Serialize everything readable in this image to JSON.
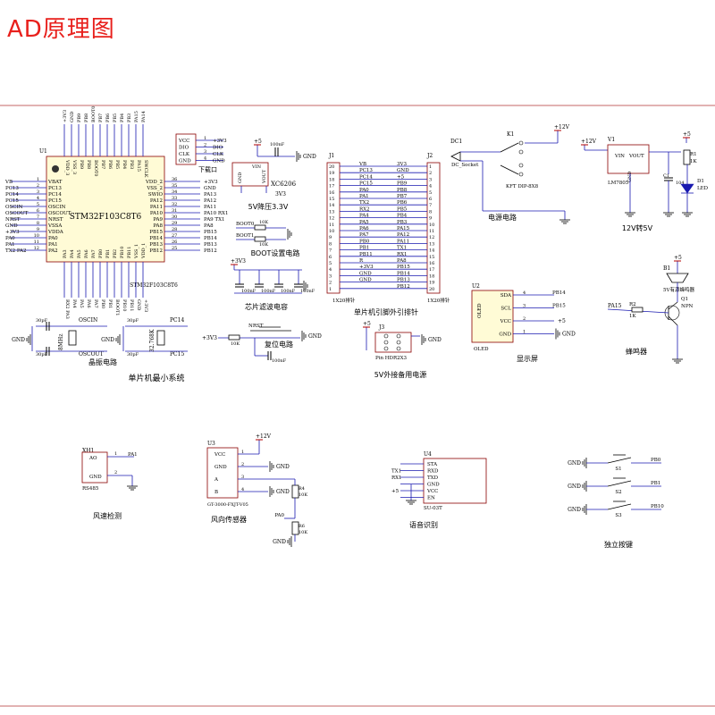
{
  "title": "AD原理图",
  "colors": {
    "title": "#e8201c",
    "wire": "#1a1ab0",
    "part": "#8b0000",
    "net": "#8b0000",
    "box_fill": "#fffbd6",
    "border": "#b03030"
  },
  "mcu": {
    "ref": "U1",
    "name": "STM32F103C8T6",
    "sub": "STM32F103C8T6",
    "left_pins": [
      {
        "num": "1",
        "name": "VBAT",
        "net": "VB"
      },
      {
        "num": "2",
        "name": "PC13",
        "net": "PC13"
      },
      {
        "num": "3",
        "name": "PC14",
        "net": "PC14"
      },
      {
        "num": "4",
        "name": "PC15",
        "net": "PC15"
      },
      {
        "num": "5",
        "name": "OSCIN",
        "net": "OSCIN"
      },
      {
        "num": "6",
        "name": "OSCOUT",
        "net": "OSCOUT"
      },
      {
        "num": "7",
        "name": "NRST",
        "net": "NRST"
      },
      {
        "num": "8",
        "name": "VSSA",
        "net": "GND"
      },
      {
        "num": "9",
        "name": "VDDA",
        "net": "+3V3"
      },
      {
        "num": "10",
        "name": "PA0",
        "net": "PA0"
      },
      {
        "num": "11",
        "name": "PA1",
        "net": "PA1"
      },
      {
        "num": "12",
        "name": "PA2",
        "net": "TX2 PA2"
      }
    ],
    "right_pins": [
      {
        "num": "36",
        "name": "VDD_2",
        "net": "+3V3"
      },
      {
        "num": "35",
        "name": "VSS_2",
        "net": "GND"
      },
      {
        "num": "34",
        "name": "SWIO",
        "net": "PA13"
      },
      {
        "num": "33",
        "name": "PA12",
        "net": "PA12"
      },
      {
        "num": "32",
        "name": "PA11",
        "net": "PA11"
      },
      {
        "num": "31",
        "name": "PA10",
        "net": "PA10 RX1"
      },
      {
        "num": "30",
        "name": "PA9",
        "net": "PA9 TX1"
      },
      {
        "num": "29",
        "name": "PA8",
        "net": "PA8"
      },
      {
        "num": "28",
        "name": "PB15",
        "net": "PB15"
      },
      {
        "num": "27",
        "name": "PB14",
        "net": "PB14"
      },
      {
        "num": "26",
        "name": "PB13",
        "net": "PB13"
      },
      {
        "num": "25",
        "name": "PB12",
        "net": "PB12"
      }
    ],
    "top_pins": [
      "VDD_3",
      "VSS_3",
      "PB9",
      "PB8",
      "BOOT0",
      "PB7",
      "PB6",
      "PB5",
      "PB4",
      "PB3",
      "PA15",
      "SWCLK"
    ],
    "top_nets": [
      "+3V3",
      "GND",
      "PB9",
      "PB8",
      "BOOT0",
      "PB7",
      "PB6",
      "PB5",
      "PB4",
      "PB3",
      "PA15",
      "PA14"
    ],
    "bottom_pins": [
      "PA3",
      "PA4",
      "PA5",
      "PA6",
      "PA7",
      "PB0",
      "PB1",
      "PB2",
      "PB10",
      "PB11",
      "VSS_1",
      "VDD_1"
    ],
    "bottom_nets": [
      "RX2 PA3",
      "PA4",
      "PA5",
      "PA6",
      "PA7",
      "PB0",
      "PB1",
      "BOOT1",
      "PB10",
      "PB11",
      "GND",
      "+3V3"
    ]
  },
  "download_port": {
    "pins": [
      "VCC",
      "DIO",
      "CLK",
      "GND"
    ],
    "nets": [
      "+3V3",
      "DIO",
      "CLK",
      "GND"
    ],
    "caption": "下载口"
  },
  "ldo": {
    "supply": "+5",
    "cap": "100nF",
    "ref": "XC6206",
    "pins": [
      "GND",
      "VIN",
      "VOUT"
    ],
    "out": "3V3",
    "caption": "5V降压3.3V",
    "gnd": "GND"
  },
  "boot": {
    "boot0": "BOOT0",
    "boot1": "BOOT1",
    "res": "10K",
    "caption": "BOOT设置电路"
  },
  "filter": {
    "supply": "+3V3",
    "caps": [
      "100nF",
      "100nF",
      "100nF",
      "100nF"
    ],
    "caption": "芯片滤波电容"
  },
  "reset": {
    "ref": "NRST",
    "res": "10K",
    "cap": "100nF",
    "supply": "+3V3",
    "caption": "复位电路",
    "gnd": "GND"
  },
  "crystal": {
    "osc1": {
      "in": "OSCIN",
      "out": "OSCOUT",
      "freq": "8MHz",
      "cap": "30pF"
    },
    "osc2": {
      "in": "PC14",
      "out": "PC15",
      "freq": "32.768K",
      "cap": "30pF"
    },
    "gnd": "GND",
    "caption": "晶振电路"
  },
  "system_caption": "单片机最小系统",
  "header1": {
    "ref": "J1",
    "nums": [
      "20",
      "19",
      "18",
      "17",
      "16",
      "15",
      "14",
      "13",
      "12",
      "11",
      "10",
      "9",
      "8",
      "7",
      "6",
      "5",
      "4",
      "3",
      "2",
      "1"
    ],
    "nets": [
      "VB",
      "PC13",
      "PC14",
      "PC15",
      "PA0",
      "PA1",
      "TX2",
      "RX2",
      "PA4",
      "PA5",
      "PA6",
      "PA7",
      "PB0",
      "PB1",
      "PB11",
      "R",
      "+3V3",
      "GND",
      "GND",
      ""
    ],
    "caption": "1X20排针"
  },
  "header2": {
    "ref": "J2",
    "nums": [
      "1",
      "2",
      "3",
      "4",
      "5",
      "6",
      "7",
      "8",
      "9",
      "10",
      "11",
      "12",
      "13",
      "14",
      "15",
      "16",
      "17",
      "18",
      "19",
      "20"
    ],
    "nets": [
      "3V3",
      "GND",
      "+5",
      "PB9",
      "PB8",
      "PB7",
      "PB6",
      "PB5",
      "PB4",
      "PB3",
      "PA15",
      "PA12",
      "PA11",
      "TX1",
      "RX1",
      "PA8",
      "PB15",
      "PB14",
      "PB13",
      "PB12"
    ],
    "caption": "1X20排针"
  },
  "headers_caption": "单片机引脚外引排针",
  "power_ext": {
    "ref": "J3",
    "supply": "+5",
    "part": "Pin HDR2X3",
    "caption": "5V外接备用电源",
    "gnd": "GND"
  },
  "power_in": {
    "dc": "DC1",
    "socket": "DC_Socket",
    "switch": "K1",
    "switch_part": "KFT DIP-8X8",
    "supply": "+12V",
    "caption": "电源电路",
    "gnd": "GND"
  },
  "reg12": {
    "ref": "V1",
    "in": "+12V",
    "pins": [
      "VIN",
      "VOUT",
      "GND"
    ],
    "part": "LM7805",
    "c1": "C1",
    "c1v": "104",
    "caption": "12V转5V",
    "gnd": "GND",
    "gnd2": "GND"
  },
  "led": {
    "supply": "+5",
    "res": "R1",
    "resv": "1K",
    "ref": "D1",
    "part": "LED",
    "gnd": "GND"
  },
  "oled": {
    "ref": "U2",
    "name": "OLED",
    "pins": [
      "SDA",
      "SCL",
      "VCC",
      "GND"
    ],
    "nums": [
      "4",
      "3",
      "2",
      "1"
    ],
    "nets": [
      "PB14",
      "PB15",
      "+5",
      "GND"
    ],
    "caption": "显示屏"
  },
  "buzzer": {
    "supply": "+5",
    "ref": "B1",
    "part": "5V有源蜂鸣器",
    "pin": "PA15",
    "res": "R2",
    "resv": "1K",
    "q": "Q1",
    "qtype": "NPN",
    "caption": "蜂鸣器",
    "gnd": "GND"
  },
  "wind_speed": {
    "ref": "XH1",
    "pins": [
      "AO",
      "GND"
    ],
    "nums": [
      "1",
      "2"
    ],
    "net": "PA1",
    "part": "RS485",
    "caption": "风速检测",
    "gnd": "GND"
  },
  "wind_dir": {
    "ref": "U3",
    "pins": [
      "VCC",
      "GND",
      "A",
      "B"
    ],
    "nums": [
      "1",
      "2",
      "3",
      "4"
    ],
    "supply": "+12V",
    "r4": "R4",
    "r6": "R6",
    "res": "10K",
    "net": "PA0",
    "part": "GT-3000-FXJT-V05",
    "caption": "风向传感器",
    "gnd": "GND"
  },
  "voice": {
    "ref": "U4",
    "pins": [
      "STA",
      "RXD",
      "TXD",
      "GND",
      "VCC",
      "EN"
    ],
    "nets": [
      "",
      "TX1",
      "RX1",
      "",
      "+5",
      ""
    ],
    "part": "SU-03T",
    "caption": "语音识别",
    "gnd": "GND"
  },
  "keys": {
    "items": [
      {
        "ref": "S1",
        "net": "PB0"
      },
      {
        "ref": "S2",
        "net": "PB1"
      },
      {
        "ref": "S3",
        "net": "PB10"
      }
    ],
    "caption": "独立按键",
    "gnd": "GND"
  }
}
